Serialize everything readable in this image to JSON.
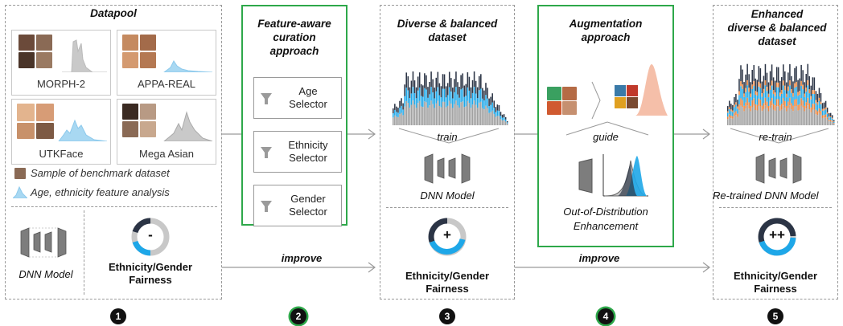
{
  "panel1": {
    "title": "Datapool",
    "datasets": [
      "MORPH-2",
      "APPA-REAL",
      "UTKFace",
      "Mega Asian"
    ],
    "legend_sample": "Sample of benchmark dataset",
    "legend_analysis": "Age, ethnicity feature analysis",
    "model_label": "DNN Model",
    "fairness_line1": "Ethnicity/Gender",
    "fairness_line2": "Fairness",
    "fairness_symbol": "-"
  },
  "panel2": {
    "title_l1": "Feature-aware",
    "title_l2": "curation",
    "title_l3": "approach",
    "selectors": [
      {
        "l1": "Age",
        "l2": "Selector"
      },
      {
        "l1": "Ethnicity",
        "l2": "Selector"
      },
      {
        "l1": "Gender",
        "l2": "Selector"
      }
    ]
  },
  "panel3": {
    "title_l1": "Diverse & balanced",
    "title_l2": "dataset",
    "train_label": "train",
    "model_label": "DNN Model",
    "fairness_line1": "Ethnicity/Gender",
    "fairness_line2": "Fairness",
    "fairness_symbol": "+"
  },
  "panel4": {
    "title_l1": "Augmentation",
    "title_l2": "approach",
    "guide_label": "guide",
    "ood_l1": "Out-of-Distribution",
    "ood_l2": "Enhancement"
  },
  "panel5": {
    "title_l1": "Enhanced",
    "title_l2": "diverse & balanced",
    "title_l3": "dataset",
    "retrain_label": "re-train",
    "model_label": "Re-trained DNN Model",
    "fairness_line1": "Ethnicity/Gender",
    "fairness_line2": "Fairness",
    "fairness_symbol": "++"
  },
  "arrows": {
    "improve_1": "improve",
    "improve_2": "improve"
  },
  "steps": [
    "1",
    "2",
    "3",
    "4",
    "5"
  ],
  "colors": {
    "green": "#2ea84a",
    "dark": "#2b3445",
    "blue": "#1ea7e8",
    "gray": "#aaaaaa",
    "orange": "#e8823a"
  }
}
